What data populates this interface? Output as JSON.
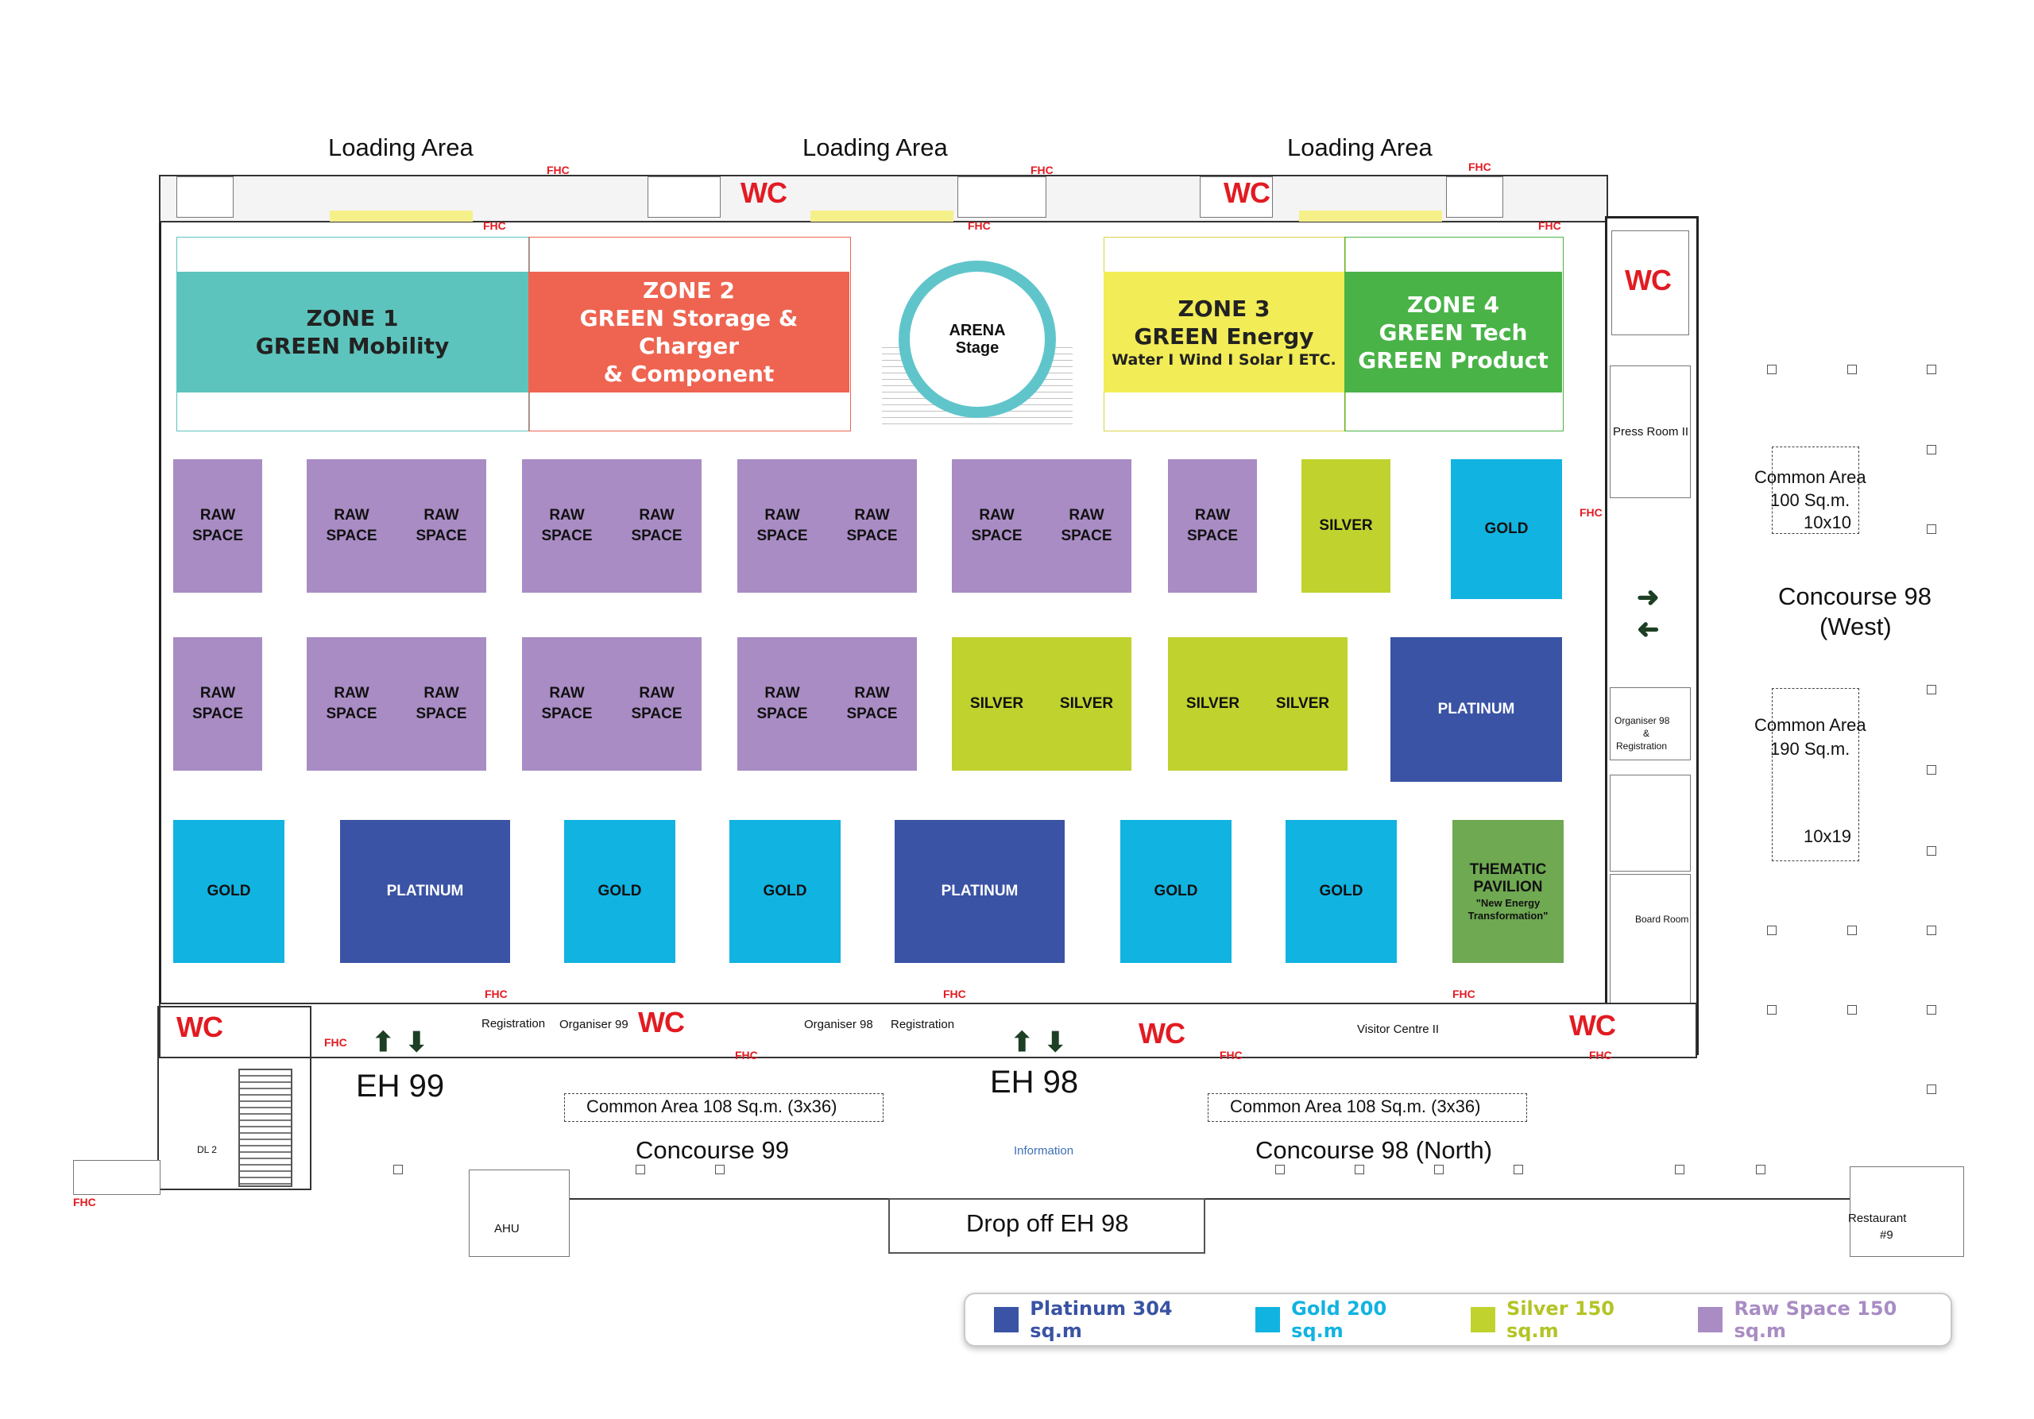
{
  "colors": {
    "platinum": "#3a53a4",
    "gold": "#11b3e1",
    "silver": "#c0d22e",
    "raw_space": "#a98cc4",
    "zone1": "#5dc4bd",
    "zone2": "#ee6451",
    "zone3": "#f2ec56",
    "zone4": "#49b347",
    "thematic": "#6fa952",
    "wc_red": "#e21b22",
    "arena_ring": "#5fc5cb"
  },
  "top_labels": {
    "loading_1": "Loading Area",
    "loading_2": "Loading Area",
    "loading_3": "Loading Area"
  },
  "zones": {
    "zone1": {
      "line1": "ZONE 1",
      "line2": "GREEN Mobility"
    },
    "zone2": {
      "line1": "ZONE 2",
      "line2": "GREEN Storage & Charger",
      "line3": "& Component"
    },
    "arena": {
      "line1": "ARENA",
      "line2": "Stage"
    },
    "zone3": {
      "line1": "ZONE 3",
      "line2": "GREEN Energy",
      "line3": "Water I Wind I Solar I ETC."
    },
    "zone4": {
      "line1": "ZONE 4",
      "line2": "GREEN Tech",
      "line3": "GREEN Product"
    }
  },
  "booths": {
    "raw_line1": "RAW",
    "raw_line2": "SPACE",
    "silver": "SILVER",
    "gold": "GOLD",
    "platinum": "PLATINUM",
    "thematic": {
      "line1": "THEMATIC",
      "line2": "PAVILION",
      "line3": "\"New Energy",
      "line4": "Transformation\""
    }
  },
  "wc": "WC",
  "fhc": "FHC",
  "right_side": {
    "press_room": "Press Room II",
    "common_area_1": {
      "line1": "Common Area",
      "line2": "100 Sq.m.",
      "line3": "10x10"
    },
    "concourse_west": {
      "line1": "Concourse 98",
      "line2": "(West)"
    },
    "organiser_reg": {
      "line1": "Organiser 98",
      "line2": "&",
      "line3": "Registration"
    },
    "common_area_2": {
      "line1": "Common Area",
      "line2": "190 Sq.m.",
      "line3": "10x19"
    },
    "board_room": "Board Room"
  },
  "bottom": {
    "registration_1": "Registration",
    "organiser_99": "Organiser 99",
    "organiser_98": "Organiser 98",
    "registration_2": "Registration",
    "visitor_centre": "Visitor Centre II",
    "eh99": "EH 99",
    "eh98": "EH 98",
    "common_area_left": "Common Area 108 Sq.m. (3x36)",
    "common_area_right": "Common Area 108 Sq.m. (3x36)",
    "concourse_99": "Concourse 99",
    "concourse_98_north": "Concourse 98 (North)",
    "information": "Information",
    "drop_off": "Drop off EH 98",
    "ahu": "AHU",
    "dl2": "DL 2",
    "restaurant": {
      "line1": "Restaurant",
      "line2": "#9"
    }
  },
  "legend": {
    "platinum": "Platinum 304 sq.m",
    "gold": "Gold 200 sq.m",
    "silver": "Silver 150 sq.m",
    "raw": "Raw Space 150 sq.m"
  }
}
